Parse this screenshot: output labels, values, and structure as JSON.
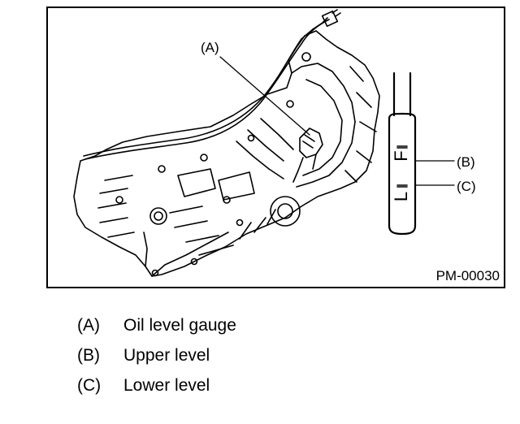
{
  "figure": {
    "code": "PM-00030",
    "callouts": [
      {
        "key": "(A)"
      },
      {
        "key": "(B)"
      },
      {
        "key": "(C)"
      }
    ],
    "dipstick_marks": [
      "F",
      "L"
    ]
  },
  "legend": {
    "items": [
      {
        "key": "(A)",
        "text": "Oil level gauge"
      },
      {
        "key": "(B)",
        "text": "Upper level"
      },
      {
        "key": "(C)",
        "text": "Lower level"
      }
    ]
  },
  "colors": {
    "ink": "#000000",
    "paper": "#ffffff"
  }
}
